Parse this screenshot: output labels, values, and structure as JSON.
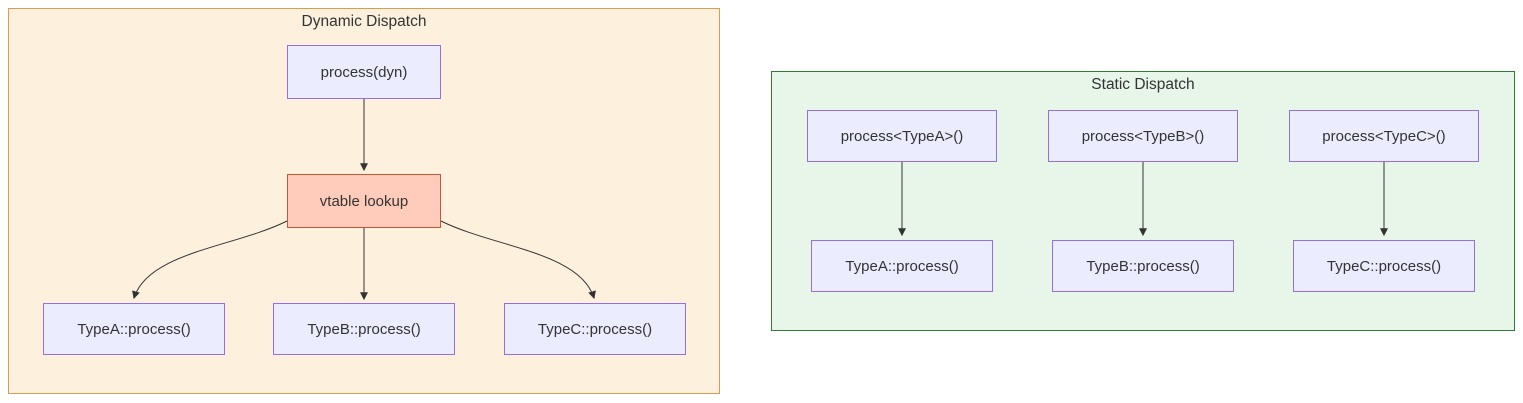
{
  "diagram": {
    "panels": {
      "dynamic": {
        "title": "Dynamic Dispatch"
      },
      "static": {
        "title": "Static Dispatch"
      }
    },
    "nodes": {
      "process_dyn": {
        "label": "process(dyn)"
      },
      "vtable": {
        "label": "vtable lookup"
      },
      "dyn_type_a": {
        "label": "TypeA::process()"
      },
      "dyn_type_b": {
        "label": "TypeB::process()"
      },
      "dyn_type_c": {
        "label": "TypeC::process()"
      },
      "static_call_a": {
        "label": "process<TypeA>()"
      },
      "static_call_b": {
        "label": "process<TypeB>()"
      },
      "static_call_c": {
        "label": "process<TypeC>()"
      },
      "static_type_a": {
        "label": "TypeA::process()"
      },
      "static_type_b": {
        "label": "TypeB::process()"
      },
      "static_type_c": {
        "label": "TypeC::process()"
      }
    },
    "edges": [
      {
        "from": "process_dyn",
        "to": "vtable"
      },
      {
        "from": "vtable",
        "to": "dyn_type_a"
      },
      {
        "from": "vtable",
        "to": "dyn_type_b"
      },
      {
        "from": "vtable",
        "to": "dyn_type_c"
      },
      {
        "from": "static_call_a",
        "to": "static_type_a"
      },
      {
        "from": "static_call_b",
        "to": "static_type_b"
      },
      {
        "from": "static_call_c",
        "to": "static_type_c"
      }
    ],
    "colors": {
      "node_fill": "#ECECFF",
      "node_stroke": "#9370DB",
      "highlight_fill": "#FFCCBC",
      "highlight_stroke": "#C2593C",
      "dynamic_panel_fill": "#FDF1DE",
      "dynamic_panel_stroke": "#D99B56",
      "static_panel_fill": "#E8F5E9",
      "static_panel_stroke": "#2F7D33",
      "arrow": "#333333",
      "text": "#333333"
    }
  }
}
